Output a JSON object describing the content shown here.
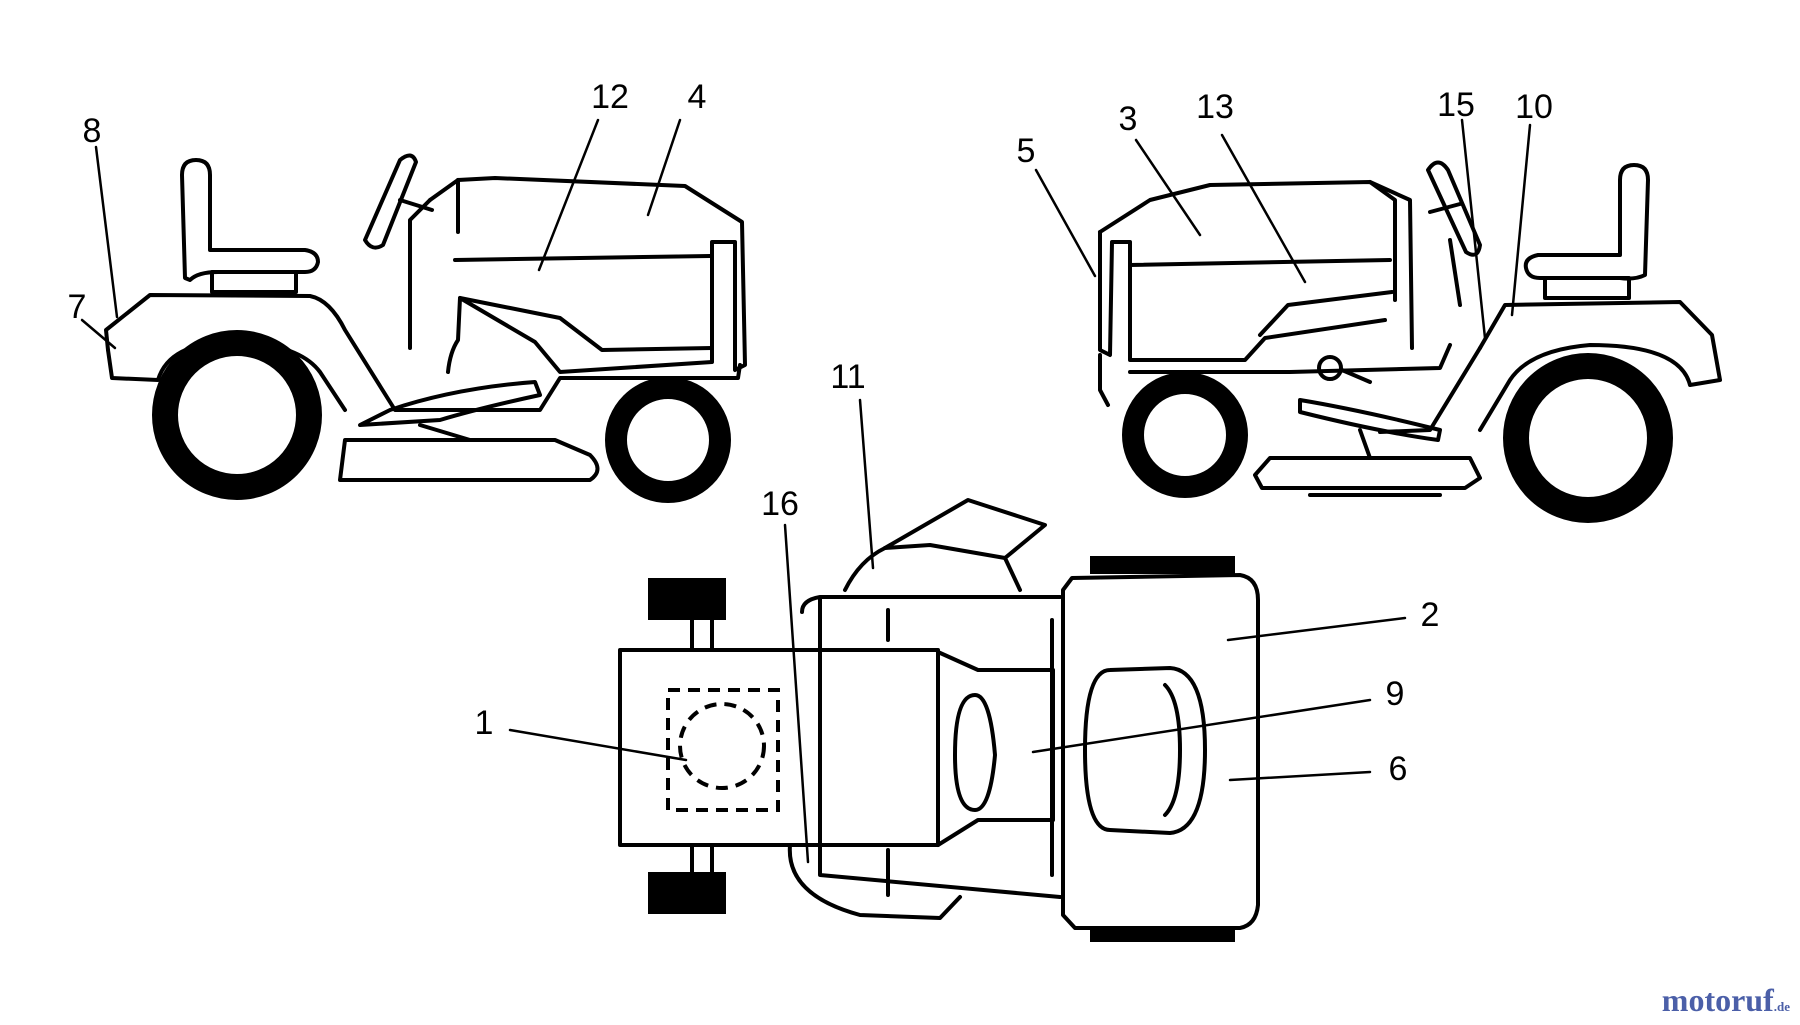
{
  "callouts": {
    "c1": "1",
    "c2": "2",
    "c3": "3",
    "c4": "4",
    "c5": "5",
    "c6": "6",
    "c7": "7",
    "c8": "8",
    "c9": "9",
    "c10": "10",
    "c11": "11",
    "c12": "12",
    "c13": "13",
    "c15": "15",
    "c16": "16"
  },
  "watermark": {
    "text": "motoruf",
    "suffix": ".de"
  },
  "colors": {
    "line": "#000000",
    "watermark": "#4b5fa8"
  },
  "icons": [
    "left-side-tractor-icon",
    "right-side-tractor-icon",
    "top-view-tractor-icon"
  ]
}
